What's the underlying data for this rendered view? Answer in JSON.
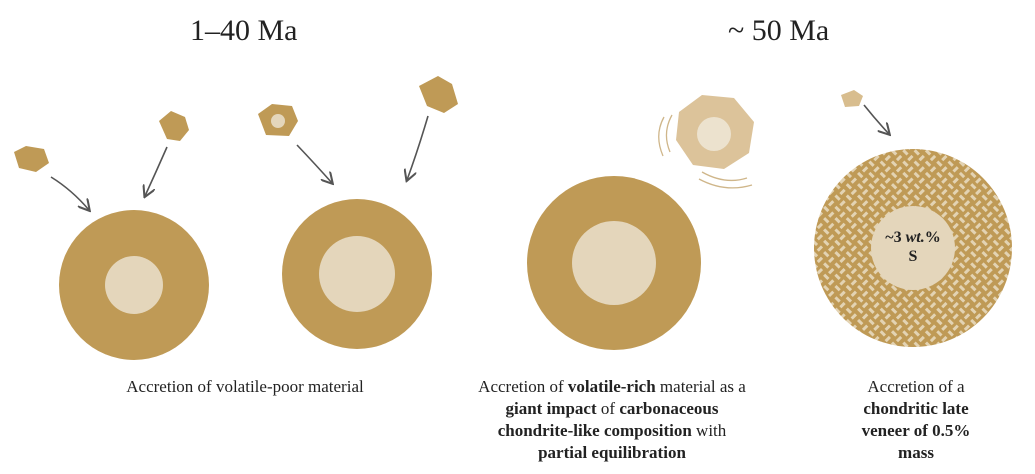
{
  "time_labels": {
    "early": "1–40 Ma",
    "late": "~ 50 Ma"
  },
  "core_label": {
    "line1_prefix": "~3 ",
    "line1_italic": "wt.",
    "line1_suffix": "%",
    "line2": "S"
  },
  "captions": {
    "stage1": [
      {
        "text": "Accretion of volatile-poor material",
        "bold": false
      }
    ],
    "stage2": [
      {
        "text": "Accretion of ",
        "bold": false
      },
      {
        "text": "volatile-rich",
        "bold": true
      },
      {
        "text": " material as a ",
        "bold": false
      },
      {
        "text": "giant impact",
        "bold": true
      },
      {
        "text": " of ",
        "bold": false
      },
      {
        "text": "carbonaceous chondrite-like composition",
        "bold": true
      },
      {
        "text": " with ",
        "bold": false
      },
      {
        "text": "partial equilibration",
        "bold": true
      }
    ],
    "stage3": [
      {
        "text": "Accretion of a ",
        "bold": false
      },
      {
        "text": "chondritic late veneer of 0.5% mass",
        "bold": true
      }
    ]
  },
  "colors": {
    "mantle": "#bf9a56",
    "core": "#e4d6bb",
    "impactor": "#dcc39a",
    "veneer_pebble": "#d8bd8e",
    "arrow": "#555555",
    "hatch": "#e3d3b3"
  }
}
